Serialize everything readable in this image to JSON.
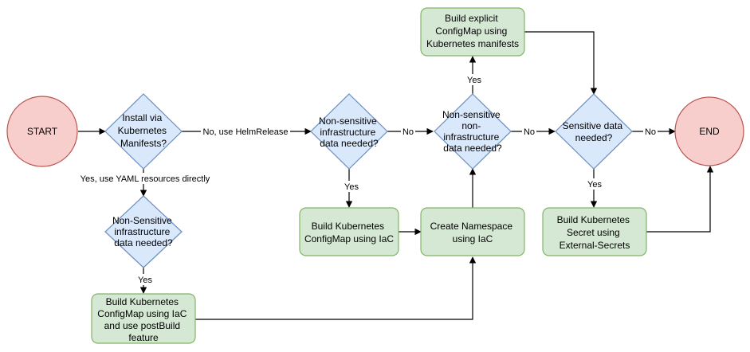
{
  "nodes": {
    "start": "START",
    "end": "END",
    "install_via": [
      "Install via",
      "Kubernetes",
      "Manifests?"
    ],
    "nonsens_infra_top": [
      "Non-sensitive",
      "infrastructure",
      "data needed?"
    ],
    "nonsens_noninfra": [
      "Non-sensitive",
      "non-",
      "infrastructure",
      "data needed?"
    ],
    "sensitive": [
      "Sensitive data",
      "needed?"
    ],
    "nonsens_infra_bottom": [
      "Non-Sensitive",
      "infrastructure",
      "data needed?"
    ],
    "build_explicit": [
      "Build explicit",
      "ConfigMap using",
      "Kubernetes manifests"
    ],
    "build_cm_iac": [
      "Build Kubernetes",
      "ConfigMap using IaC"
    ],
    "create_ns": [
      "Create Namespace",
      "using IaC"
    ],
    "build_secret": [
      "Build Kubernetes",
      "Secret using",
      "External-Secrets"
    ],
    "build_cm_postbuild": [
      "Build Kubernetes",
      "ConfigMap using IaC",
      "and use postBuild",
      "feature"
    ]
  },
  "edge_labels": {
    "no_helm": "No, use HelmRelease",
    "yes_yaml": "Yes, use YAML resources directly",
    "no_1": "No",
    "no_2": "No",
    "no_3": "No",
    "yes_1": "Yes",
    "yes_2": "Yes",
    "yes_3": "Yes",
    "yes_4": "Yes"
  }
}
